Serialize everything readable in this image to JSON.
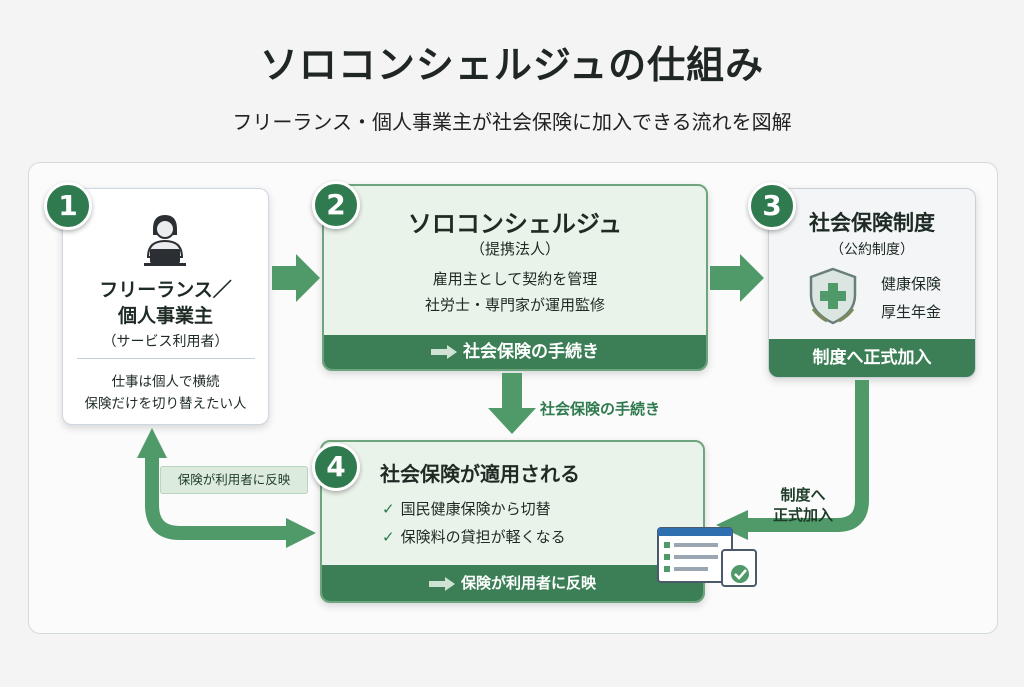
{
  "header": {
    "title": "ソロコンシェルジュの仕組み",
    "subtitle": "フリーランス・個人事業主が社会保険に加入できる流れを図解"
  },
  "steps": [
    {
      "number": "1",
      "title_line1": "フリーランス／",
      "title_line2": "個人事業主",
      "sub": "（サービス利用者）",
      "desc_line1": "仕事は個人で横続",
      "desc_line2": "保険だけを切り替えたい人"
    },
    {
      "number": "2",
      "title": "ソロコンシェルジュ",
      "sub": "（提携法人）",
      "desc_line1": "雇用主として契約を管理",
      "desc_line2": "社労士・専門家が運用監修",
      "bar": "社会保険の手続き"
    },
    {
      "number": "3",
      "title": "社会保険制度",
      "sub": "（公約制度）",
      "item1": "健康保険",
      "item2": "厚生年金",
      "bar": "制度へ正式加入"
    },
    {
      "number": "4",
      "title": "社会保険が適用される",
      "check1": "国民健康保険から切替",
      "check2": "保険料の貸担が軽くなる",
      "bar": "保険が利用者に反映"
    }
  ],
  "connectors": {
    "down_label": "社会保険の手続き",
    "left_label": "保険が利用者に反映",
    "right_label_line1": "制度へ",
    "right_label_line2": "正式加入"
  },
  "colors": {
    "primary": "#2f7a4e",
    "bar": "#3c7f56",
    "arrow": "#4f9a68",
    "light": "#eaf3ea"
  }
}
